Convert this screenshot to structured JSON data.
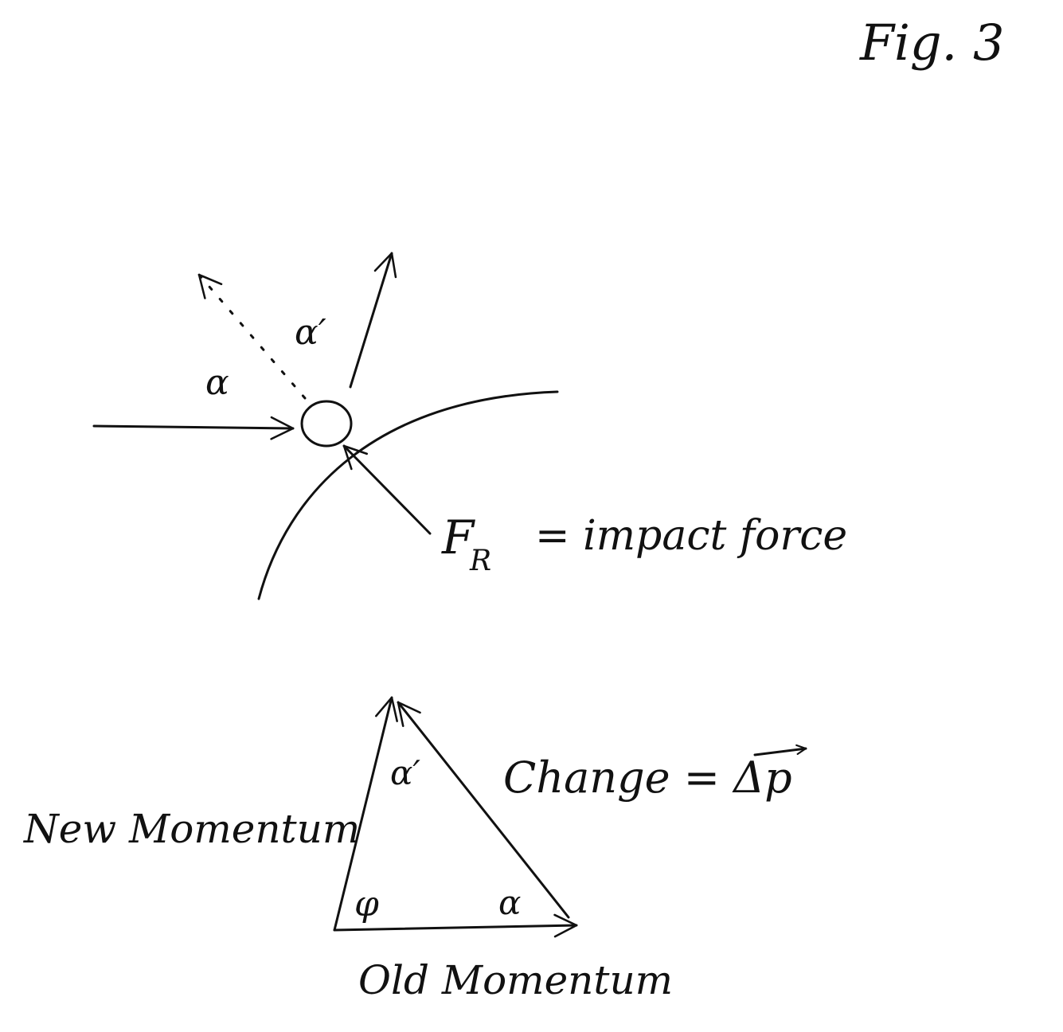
{
  "figure": {
    "label": "Fig. 3"
  },
  "collision": {
    "incoming_angle": "α",
    "outgoing_angle": "α′",
    "force_symbol": "F",
    "force_subscript": "R",
    "force_description": "= impact force"
  },
  "momentum_triangle": {
    "new_momentum_label": "New Momentum",
    "old_momentum_label": "Old Momentum",
    "change_label": "Change = Δp",
    "apex_angle": "α′",
    "left_angle": "φ",
    "right_angle": "α"
  },
  "colors": {
    "ink": "#111111",
    "paper": "#ffffff"
  }
}
